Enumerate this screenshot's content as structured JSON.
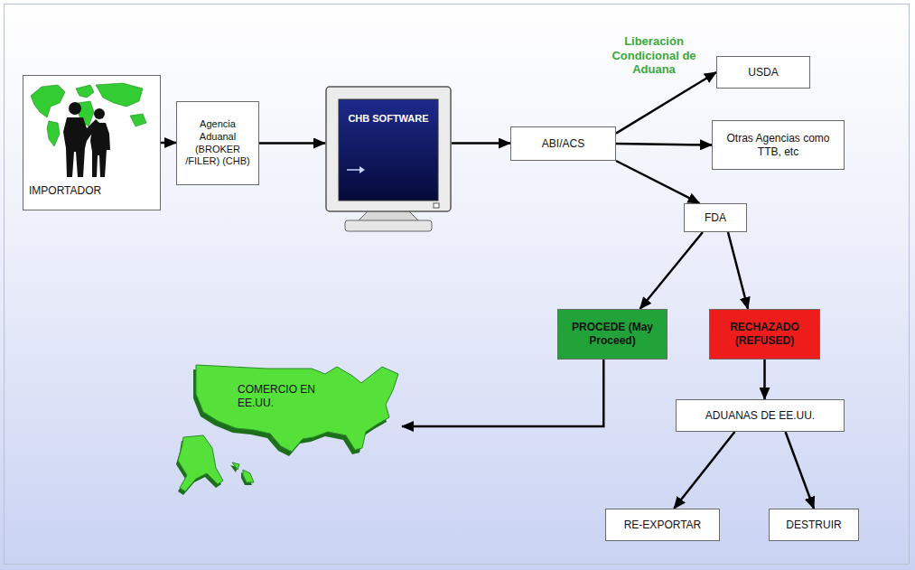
{
  "diagram": {
    "nodes": [
      {
        "text": [
          "IMPORTADOR"
        ]
      },
      {
        "text": [
          "Agencia Aduanal (BROKER /FILER) (CHB)"
        ]
      },
      {
        "text": [
          "CHB SOFTWARE"
        ]
      },
      {
        "text": [
          "ABI/ACS"
        ]
      },
      {
        "text": [
          "USDA"
        ]
      },
      {
        "text": [
          "Otras Agencias como TTB, etc"
        ]
      },
      {
        "text": [
          "FDA"
        ]
      },
      {
        "text": [
          "PROCEDE (May Proceed)"
        ]
      },
      {
        "text": [
          "RECHAZADO (REFUSED)"
        ]
      },
      {
        "text": [
          "COMERCIO EN EE.UU."
        ]
      },
      {
        "text": [
          "ADUANAS DE EE.UU."
        ]
      },
      {
        "text": [
          "RE-EXPORTAR"
        ]
      },
      {
        "text": [
          "DESTRUIR"
        ]
      }
    ],
    "edges": [
      {
        "from": 0,
        "to": 1,
        "arrow": "to"
      },
      {
        "from": 1,
        "to": 2,
        "arrow": "to"
      },
      {
        "from": 2,
        "to": 3,
        "arrow": "to"
      },
      {
        "from": 3,
        "to": 4,
        "arrow": "to"
      },
      {
        "from": 3,
        "to": 5,
        "arrow": "to"
      },
      {
        "from": 3,
        "to": 6,
        "arrow": "to"
      },
      {
        "from": 6,
        "to": 7,
        "arrow": "to"
      },
      {
        "from": 6,
        "to": 8,
        "arrow": "to"
      },
      {
        "from": 7,
        "to": 9,
        "arrow": "to"
      },
      {
        "from": 8,
        "to": 10,
        "arrow": "to"
      },
      {
        "from": 10,
        "to": 11,
        "arrow": "to"
      },
      {
        "from": 10,
        "to": 12,
        "arrow": "to"
      }
    ],
    "labels": [
      "Liberación Condicional de Aduana"
    ]
  }
}
